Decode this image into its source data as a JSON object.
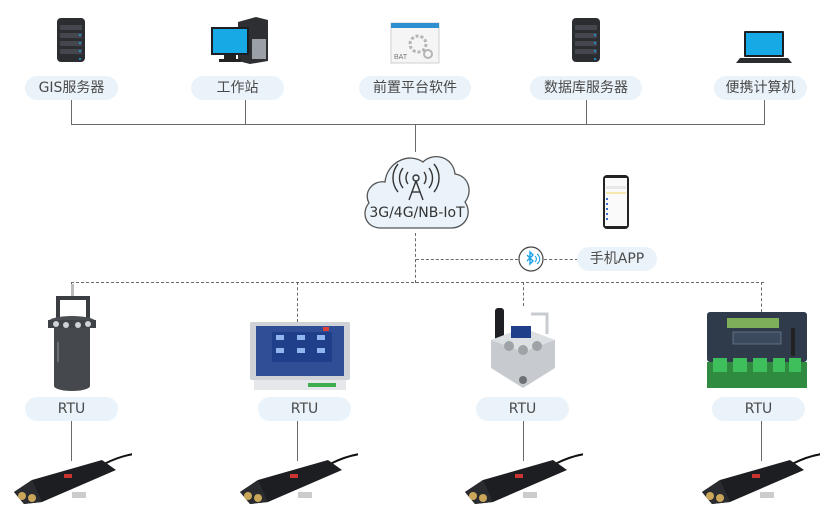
{
  "top_nodes": [
    {
      "label": "GIS服务器",
      "icon": "server-icon"
    },
    {
      "label": "工作站",
      "icon": "desktop-computer-icon"
    },
    {
      "label": "前置平台软件",
      "icon": "bat-software-icon"
    },
    {
      "label": "数据库服务器",
      "icon": "server-icon"
    },
    {
      "label": "便携计算机",
      "icon": "laptop-icon"
    }
  ],
  "network": {
    "label": "3G/4G/NB-IoT",
    "icon": "cell-tower-cloud-icon"
  },
  "mobile": {
    "label": "手机APP",
    "icon": "smartphone-icon",
    "link_icon": "bluetooth-icon"
  },
  "rtu_nodes": [
    {
      "label": "RTU",
      "device": "cylinder-rtu-device",
      "sensor": "sensor-probe"
    },
    {
      "label": "RTU",
      "device": "touchscreen-rtu-device",
      "sensor": "sensor-probe"
    },
    {
      "label": "RTU",
      "device": "compact-rtu-device",
      "sensor": "sensor-probe"
    },
    {
      "label": "RTU",
      "device": "board-rtu-device",
      "sensor": "sensor-probe"
    }
  ],
  "colors": {
    "pill_bg": "#eaf3fa",
    "line": "#6a6a6a",
    "accent": "#1aa3e8"
  }
}
